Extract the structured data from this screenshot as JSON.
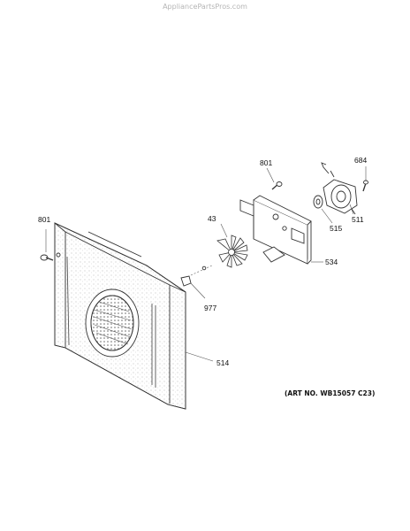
{
  "watermark": "AppliancePartsPros.com",
  "art_no": "(ART NO. WB15057 C23)",
  "callouts": {
    "screw_left": "801",
    "fan_blade": "43",
    "nut": "977",
    "cover": "514",
    "screw_top": "801",
    "bracket": "534",
    "washer": "515",
    "motor": "511",
    "screw_motor": "684"
  }
}
